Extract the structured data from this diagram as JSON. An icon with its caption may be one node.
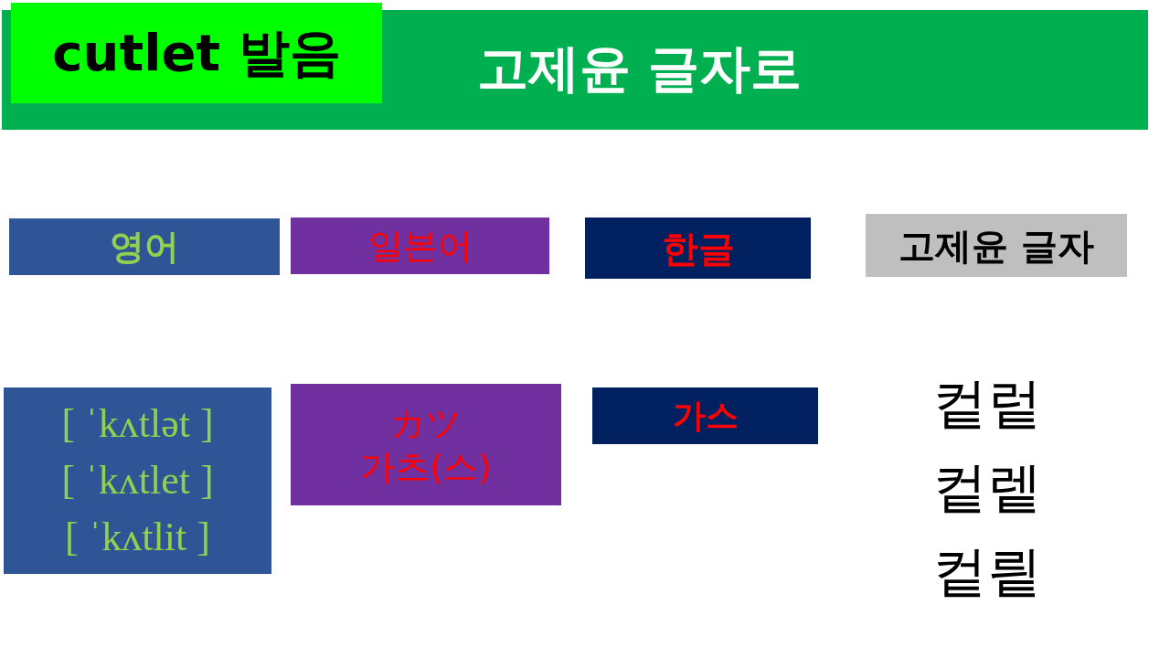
{
  "diagram": {
    "nodes": [
      {
        "text": [
          "고제윤 글자로"
        ]
      },
      {
        "text": [
          "cutlet 발음"
        ],
        "in": 0
      },
      {
        "text": [
          "영어"
        ]
      },
      {
        "text": [
          "일본어"
        ]
      },
      {
        "text": [
          "한글"
        ]
      },
      {
        "text": [
          "고제윤 글자"
        ]
      },
      {
        "text": [
          "[ ˈkʌtlət ]",
          "[ ˈkʌtlet ]",
          "[ ˈkʌtlit ]"
        ]
      },
      {
        "text": [
          "カツ",
          "가츠(스)"
        ]
      },
      {
        "text": [
          "가스"
        ]
      }
    ],
    "edges": [],
    "labels": [
      "컽렅",
      "컽렡",
      "컽릩"
    ]
  }
}
